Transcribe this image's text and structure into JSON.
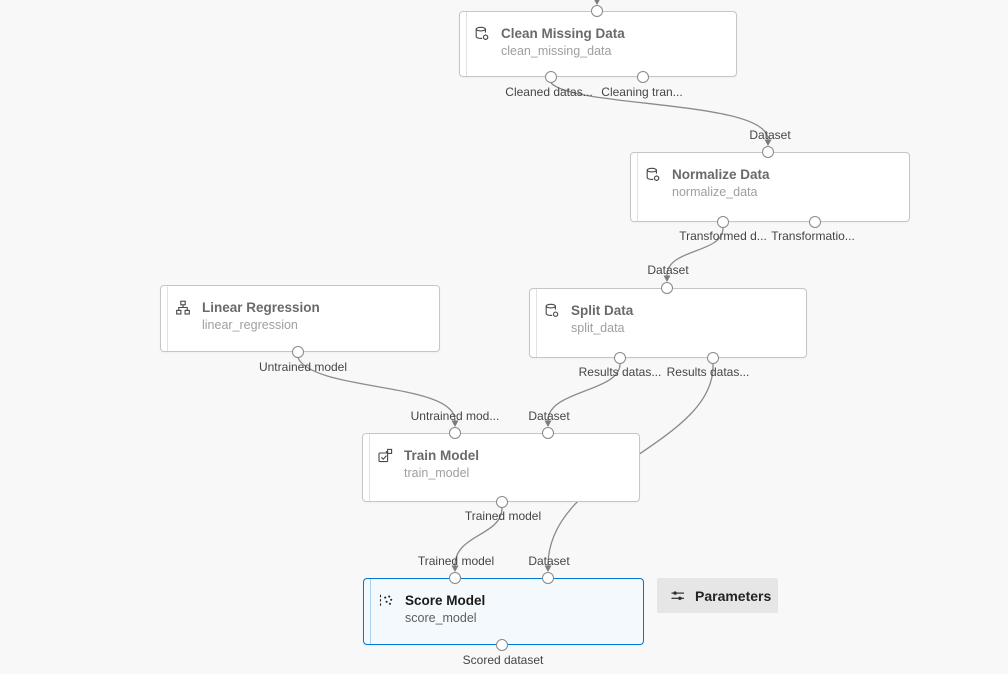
{
  "app": {
    "view": "pipeline-canvas"
  },
  "colors": {
    "canvas_bg": "#f8f8f8",
    "node_border": "#c8c6c4",
    "selection_accent": "#0078d4",
    "selected_node_bg": "#f3f9fd",
    "edge": "#8d8b89"
  },
  "nodes": [
    {
      "title": "Clean Missing Data",
      "name": "clean_missing_data",
      "icon": "database-gear-icon",
      "selected": false
    },
    {
      "title": "Normalize Data",
      "name": "normalize_data",
      "icon": "database-gear-icon",
      "selected": false
    },
    {
      "title": "Linear Regression",
      "name": "linear_regression",
      "icon": "sitemap-icon",
      "selected": false
    },
    {
      "title": "Split Data",
      "name": "split_data",
      "icon": "database-split-icon",
      "selected": false
    },
    {
      "title": "Train Model",
      "name": "train_model",
      "icon": "train-check-icon",
      "selected": false
    },
    {
      "title": "Score Model",
      "name": "score_model",
      "icon": "scatter-plot-icon",
      "selected": true
    }
  ],
  "port_labels": {
    "cleaned_dataset": "Cleaned datas...",
    "cleaning_transformation": "Cleaning tran...",
    "normalize_dataset_in": "Dataset",
    "transformed_dataset": "Transformed d...",
    "transformation_function": "Transformatio...",
    "untrained_model_full": "Untrained model",
    "split_dataset_in": "Dataset",
    "results_dataset1": "Results datas...",
    "results_dataset2": "Results datas...",
    "untrained_model_trunc": "Untrained mod...",
    "train_dataset_in": "Dataset",
    "trained_model_out": "Trained model",
    "score_trained_model_in": "Trained model",
    "score_dataset_in": "Dataset",
    "scored_dataset": "Scored dataset"
  },
  "toolbar": {
    "parameters_label": "Parameters"
  }
}
